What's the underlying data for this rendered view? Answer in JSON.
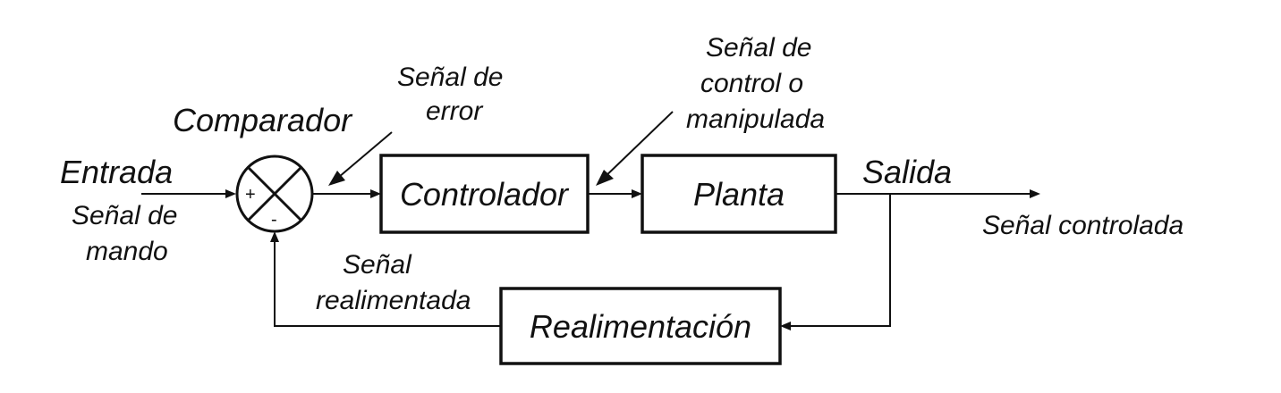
{
  "blocks": {
    "controlador": "Controlador",
    "planta": "Planta",
    "realimentacion": "Realimentación"
  },
  "labels": {
    "entrada": "Entrada",
    "senal_mando_1": "Señal de",
    "senal_mando_2": "mando",
    "comparador": "Comparador",
    "senal_error_1": "Señal de",
    "senal_error_2": "error",
    "senal_control_1": "Señal de",
    "senal_control_2": "control o",
    "senal_control_3": "manipulada",
    "salida": "Salida",
    "senal_controlada": "Señal controlada",
    "senal_realimentada_1": "Señal",
    "senal_realimentada_2": "realimentada"
  },
  "comparator": {
    "plus": "+",
    "minus": "-"
  }
}
